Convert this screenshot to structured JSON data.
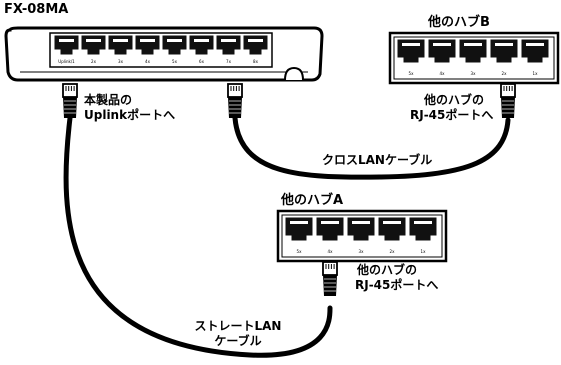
{
  "main_device": {
    "model": "FX-08MA",
    "port_labels": [
      "Uplink/1",
      "2x",
      "3x",
      "4x",
      "5x",
      "6x",
      "7x",
      "8x"
    ]
  },
  "hub_b": {
    "name": "他のハブB",
    "port_labels": [
      "5x",
      "4x",
      "3x",
      "2x",
      "1x"
    ]
  },
  "hub_a": {
    "name": "他のハブA",
    "port_labels": [
      "5x",
      "4x",
      "3x",
      "2x",
      "1x"
    ]
  },
  "labels": {
    "uplink_line1": "本製品の",
    "uplink_line2": "Uplinkポートへ",
    "hub_b_rj45_line1": "他のハブの",
    "hub_b_rj45_line2": "RJ-45ポートへ",
    "cross_cable": "クロスLANケーブル",
    "hub_a_rj45_line1": "他のハブの",
    "hub_a_rj45_line2": "RJ-45ポートへ",
    "straight_cable_line1": "ストレートLAN",
    "straight_cable_line2": "ケーブル"
  },
  "colors": {
    "line": "#000000",
    "port": "#111111",
    "background": "#ffffff"
  }
}
